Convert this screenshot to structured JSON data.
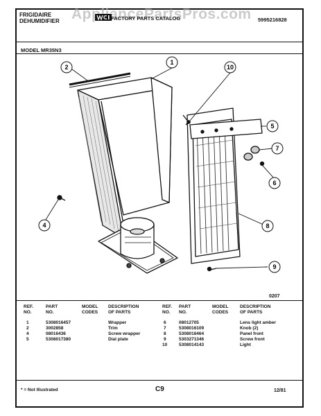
{
  "header": {
    "brand_line1": "FRIGIDAIRE",
    "brand_line2": "DEHUMIDIFIER",
    "catalog_title": "FACTORY PARTS CATALOG",
    "catalog_number": "5995216828",
    "watermark": "AppliancePartsPros.com"
  },
  "model_label": "MODEL  MR35N3",
  "callouts": [
    "1",
    "2",
    "4",
    "5",
    "6",
    "7",
    "8",
    "9",
    "10"
  ],
  "diagram_code": "0207",
  "table": {
    "headers": {
      "ref": [
        "REF.",
        "NO."
      ],
      "part": [
        "PART",
        "NO."
      ],
      "model": [
        "MODEL",
        "CODES"
      ],
      "desc": [
        "DESCRIPTION",
        "OF PARTS"
      ]
    },
    "left_rows": [
      {
        "ref": "1",
        "part": "5308016457",
        "desc": "Wrapper"
      },
      {
        "ref": "2",
        "part": "3002858",
        "desc": "Trim"
      },
      {
        "ref": "4",
        "part": "08016436",
        "desc": "Screw wrapper"
      },
      {
        "ref": "5",
        "part": "5308017380",
        "desc": "Dial plate"
      }
    ],
    "right_rows": [
      {
        "ref": "6",
        "part": "08012705",
        "desc": "Lens light amber"
      },
      {
        "ref": "7",
        "part": "5308016109",
        "desc": "Knob (2)"
      },
      {
        "ref": "8",
        "part": "5308016464",
        "desc": "Panel front"
      },
      {
        "ref": "9",
        "part": "5303271346",
        "desc": "Screw front"
      },
      {
        "ref": "10",
        "part": "5308014143",
        "desc": "Light"
      }
    ]
  },
  "footer": {
    "note": "* = Not Illustrated",
    "page": "C9",
    "date": "12/81"
  }
}
